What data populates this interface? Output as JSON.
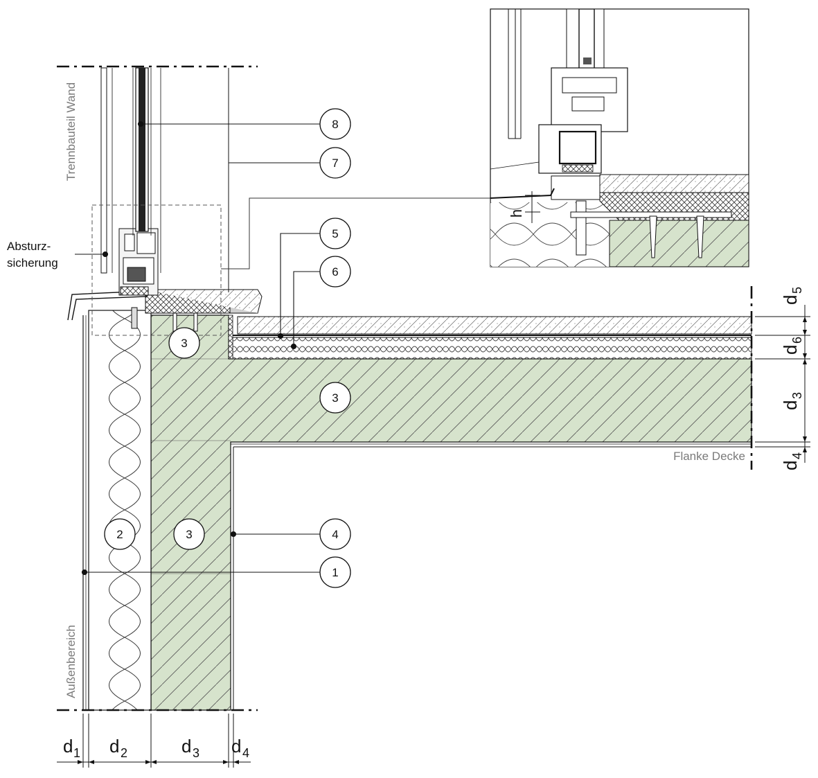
{
  "labels": {
    "partition_wall": "Trennbauteil Wand",
    "exterior": "Außenbereich",
    "flank_ceiling": "Flanke Decke",
    "fall_protection_line1": "Absturz-",
    "fall_protection_line2": "sicherung",
    "detail_h": "h"
  },
  "callouts": [
    "1",
    "2",
    "3",
    "4",
    "5",
    "6",
    "7",
    "8"
  ],
  "dimensions": {
    "bottom": [
      {
        "base": "d",
        "sub": "1"
      },
      {
        "base": "d",
        "sub": "2"
      },
      {
        "base": "d",
        "sub": "3"
      },
      {
        "base": "d",
        "sub": "4"
      }
    ],
    "right": [
      {
        "base": "d",
        "sub": "5"
      },
      {
        "base": "d",
        "sub": "6"
      },
      {
        "base": "d",
        "sub": "3"
      },
      {
        "base": "d",
        "sub": "4"
      }
    ]
  },
  "colors": {
    "concrete": "#d6e3cc",
    "line": "#111111",
    "grey_text": "#7a7a7a"
  }
}
